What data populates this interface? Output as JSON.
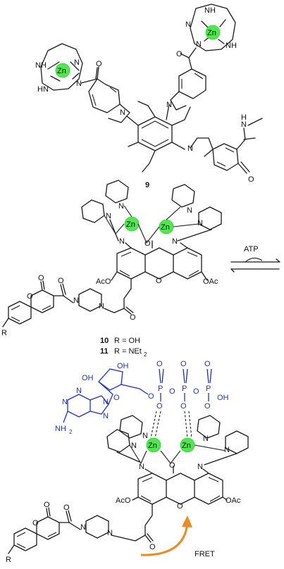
{
  "compound9": {
    "zn": "Zn",
    "nh": "NH",
    "hn": "HN",
    "n": "N",
    "h": "H",
    "o": "O",
    "number": "9"
  },
  "compound10": {
    "zn": "Zn",
    "n": "N",
    "o": "O",
    "aco": "AcO",
    "oac": "OAc",
    "r": "R",
    "caption1_num": "10",
    "caption1_text": "R = OH",
    "caption2_num": "11",
    "caption2_text": "R = NEt",
    "caption2_sub": "2"
  },
  "arrow": {
    "label": "ATP"
  },
  "complex": {
    "oh": "OH",
    "o": "O",
    "p": "P",
    "n": "N",
    "nh2": "NH",
    "nh2_sub": "2",
    "zn": "Zn",
    "aco": "AcO",
    "oac": "OAc",
    "r": "R",
    "fret": "FRET"
  },
  "colors": {
    "zn_fill": "#4ee84e",
    "atp_blue": "#1c2fd6",
    "fret_orange": "#f08a1c"
  }
}
